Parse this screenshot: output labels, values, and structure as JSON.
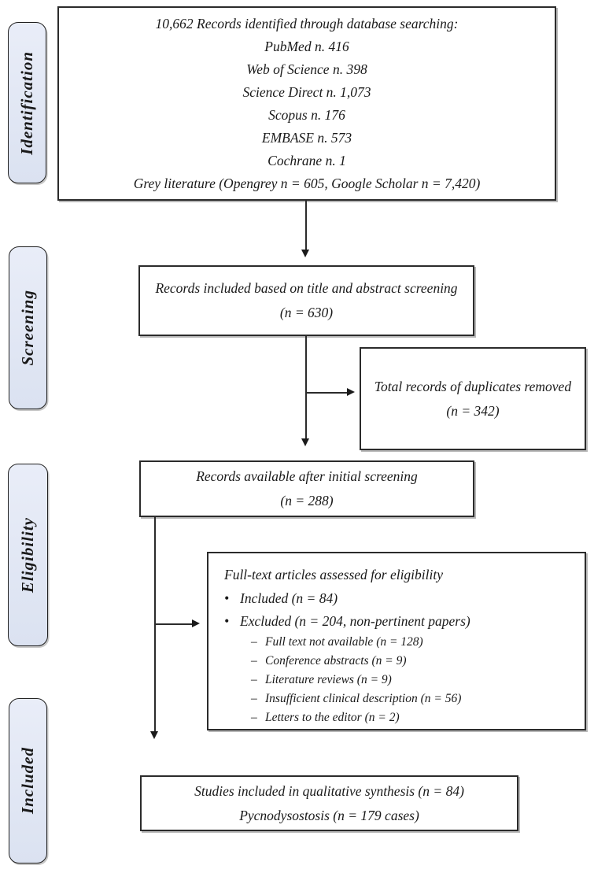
{
  "stages": [
    {
      "id": "identification",
      "label": "Identification"
    },
    {
      "id": "screening",
      "label": "Screening"
    },
    {
      "id": "eligibility",
      "label": "Eligibility"
    },
    {
      "id": "included",
      "label": "Included"
    }
  ],
  "boxes": {
    "records_identified": {
      "lines": [
        "10,662 Records identified through database searching:",
        "PubMed n. 416",
        "Web of Science n. 398",
        "Science Direct n. 1,073",
        "Scopus n. 176",
        "EMBASE n. 573",
        "Cochrane n. 1",
        "Grey literature (Opengrey n = 605, Google Scholar n = 7,420)"
      ]
    },
    "title_abstract_screening": {
      "lines": [
        "Records included based on title and abstract screening",
        "(n = 630)"
      ]
    },
    "duplicates_removed": {
      "lines": [
        "Total records of duplicates removed",
        "(n = 342)"
      ]
    },
    "after_initial_screening": {
      "lines": [
        "Records available after initial screening",
        "(n = 288)"
      ]
    },
    "fulltext_assessed": {
      "title": "Full-text articles assessed for eligibility",
      "bullets": [
        {
          "marker": "•",
          "text": "Included (n = 84)"
        },
        {
          "marker": "•",
          "text": "Excluded (n = 204, non-pertinent papers)"
        }
      ],
      "sub_items": [
        {
          "marker": "–",
          "text": "Full text not available (n = 128)"
        },
        {
          "marker": "–",
          "text": "Conference abstracts (n = 9)"
        },
        {
          "marker": "–",
          "text": "Literature reviews (n = 9)"
        },
        {
          "marker": "–",
          "text": "Insufficient clinical description (n = 56)"
        },
        {
          "marker": "–",
          "text": "Letters to the editor (n = 2)"
        }
      ]
    },
    "qualitative_synthesis": {
      "lines": [
        "Studies included in qualitative synthesis (n = 84)",
        "Pycnodysostosis (n = 179 cases)"
      ]
    }
  },
  "colors": {
    "stage_fill_top": "#e9edf8",
    "stage_fill_bottom": "#dbe2f1",
    "stage_border": "#1f1f1f",
    "box_fill": "#ffffff",
    "box_border": "#2b2b2b",
    "connector": "#2b2b2b",
    "text": "#1a1a1a",
    "background": "#ffffff"
  }
}
